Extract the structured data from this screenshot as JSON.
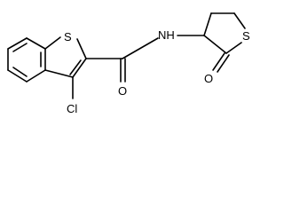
{
  "molecule": {
    "atoms": {
      "sulfur_thiophene": "S",
      "chlorine": "Cl",
      "oxygen_amide": "O",
      "amide_nh": "NH",
      "sulfur_thiolactone": "S",
      "oxygen_lactone": "O"
    }
  },
  "colors": {
    "background": "#ffffff",
    "bond": "#000000",
    "label": "#000000"
  }
}
